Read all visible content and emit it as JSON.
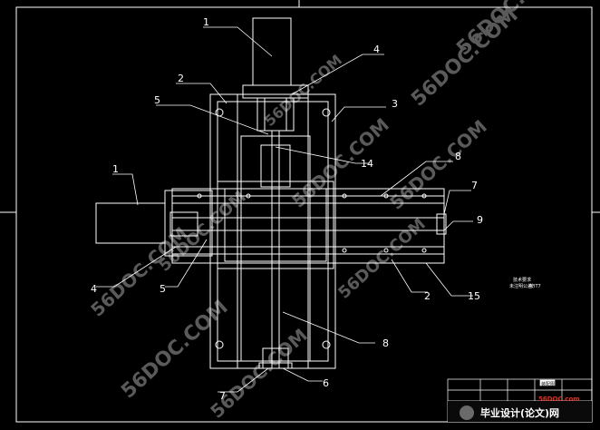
{
  "labels": {
    "motor_top": "1",
    "motor_left": "1",
    "rail_upper": "2",
    "rail_lower": "2",
    "frame": "3",
    "coupling_top": "4",
    "coupling_left": "4",
    "bearing_top": "5",
    "bearing_left": "5",
    "nut": "6",
    "end_bottom": "7",
    "end_right": "7",
    "screw_right": "8",
    "screw_bottom": "8",
    "guide": "9",
    "seat_top": "14",
    "seat_right": "15"
  },
  "watermark": "56DOC.COM",
  "title_block": {
    "notes": [
      "技术要求",
      "未注明公差",
      "按IT7"
    ],
    "cell_label": "装配图"
  },
  "banner": {
    "site": "56DOC.com",
    "text": "毕业设计(论文)网"
  }
}
